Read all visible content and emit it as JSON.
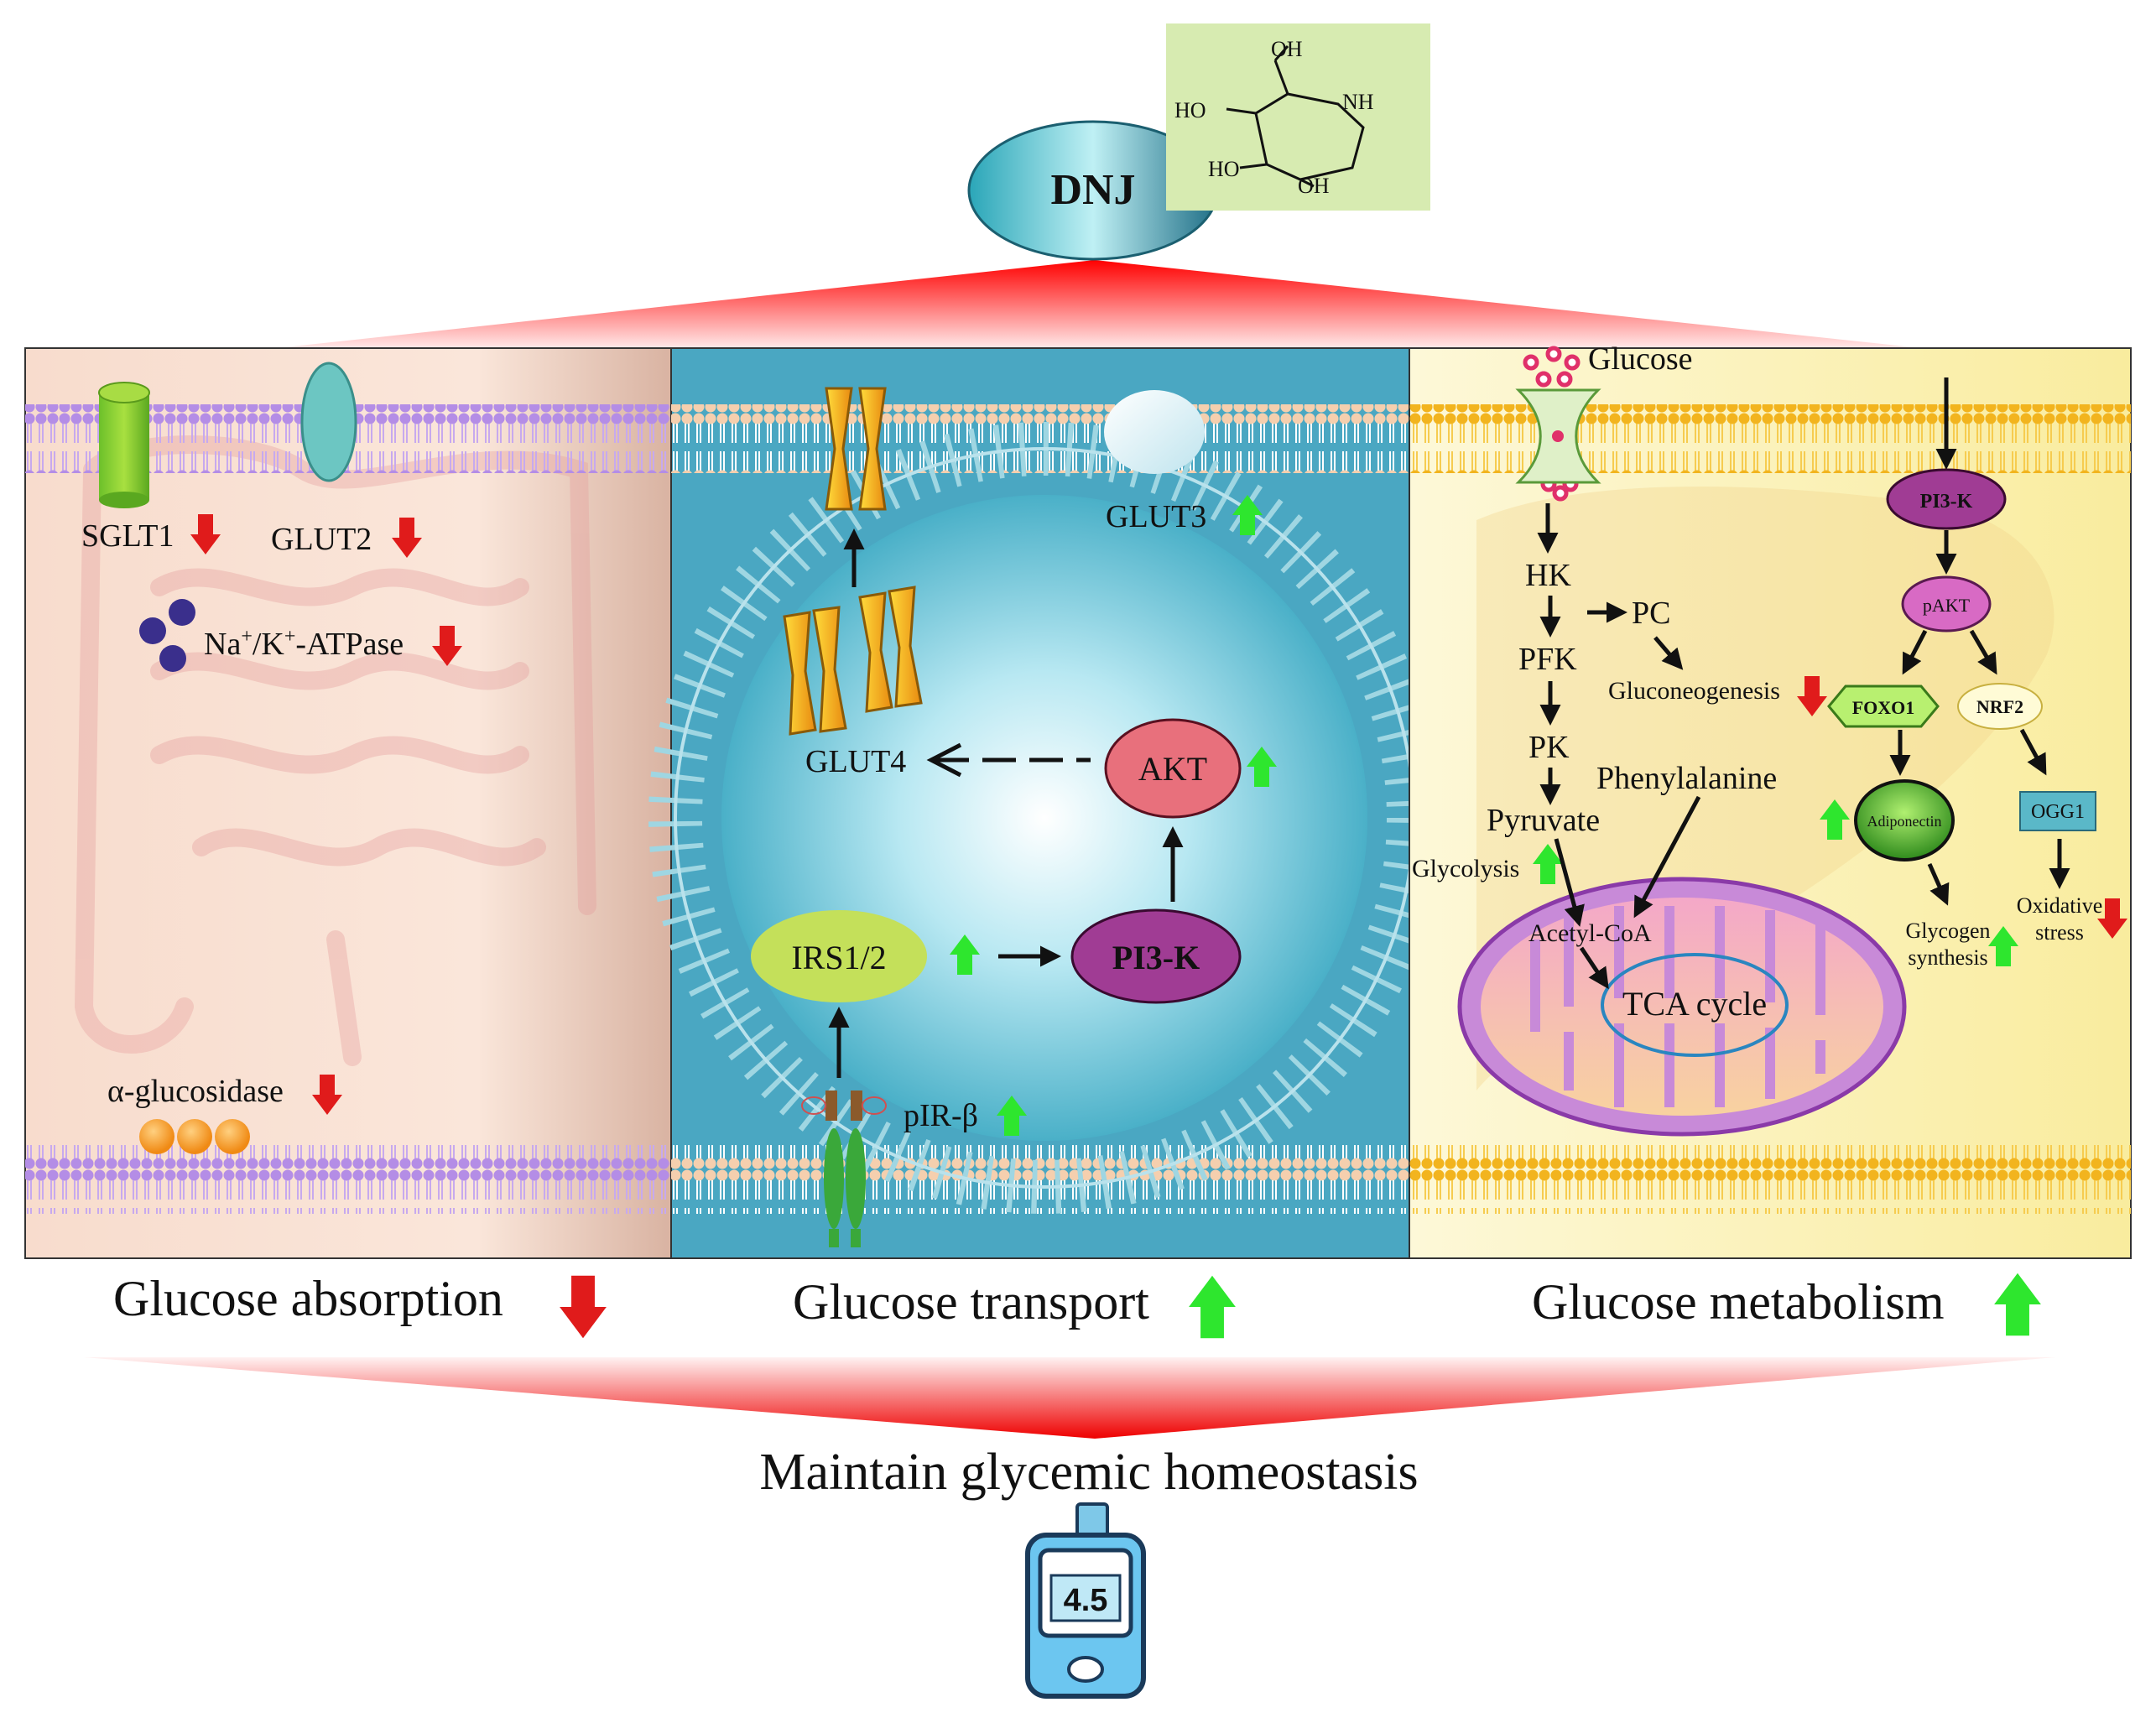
{
  "compound": {
    "name": "DNJ",
    "structure_labels": {
      "oh_top": "OH",
      "nh": "NH",
      "ho_left": "HO",
      "ho_bottom": "HO",
      "oh_bottom": "OH"
    }
  },
  "panels": {
    "absorption": {
      "sglt1": "SGLT1",
      "glut2": "GLUT2",
      "atpase_na": "Na",
      "atpase_sup1": "+",
      "atpase_mid": "/K",
      "atpase_sup2": "+",
      "atpase_end": "-ATPase",
      "glucosidase": "α-glucosidase",
      "caption": "Glucose absorption"
    },
    "transport": {
      "glut3": "GLUT3",
      "glut4": "GLUT4",
      "akt": "AKT",
      "irs": "IRS1/2",
      "pi3k": "PI3-K",
      "pir": "pIR-β",
      "caption": "Glucose transport"
    },
    "metabolism": {
      "glucose": "Glucose",
      "hk": "HK",
      "pc": "PC",
      "pfk": "PFK",
      "gluconeogenesis": "Gluconeogenesis",
      "pk": "PK",
      "phenylalanine": "Phenylalanine",
      "pyruvate": "Pyruvate",
      "glycolysis": "Glycolysis",
      "acetyl_coa": "Acetyl-CoA",
      "tca": "TCA cycle",
      "pi3k": "PI3-K",
      "pakt": "pAKT",
      "foxo1": "FOXO1",
      "nrf2": "NRF2",
      "adiponectin": "Adiponectin",
      "ogg1": "OGG1",
      "glycogen_1": "Glycogen",
      "glycogen_2": "synthesis",
      "oxidative_1": "Oxidative",
      "oxidative_2": "stress",
      "caption": "Glucose metabolism"
    }
  },
  "outcome": {
    "text": "Maintain glycemic homeostasis",
    "meter_reading": "4.5"
  },
  "colors": {
    "down_arrow": "#e01b1b",
    "up_arrow": "#2ee62e",
    "membrane_purple": "#b48de6",
    "membrane_tan": "#f2c8a8",
    "membrane_yellow": "#f0b820",
    "panel_blue": "#4aa7c2",
    "panel_pink": "#f6d6c6",
    "panel_yellow": "#fbf1b4",
    "pi3k_purple": "#a03c94",
    "akt_pink": "#e8707c",
    "irs_green": "#c4e05a"
  },
  "icons": [
    "dnj-ellipse",
    "chemical-structure",
    "transporter-icon",
    "mitochondrion-icon",
    "glucose-meter-icon",
    "up-arrow-icon",
    "down-arrow-icon"
  ]
}
